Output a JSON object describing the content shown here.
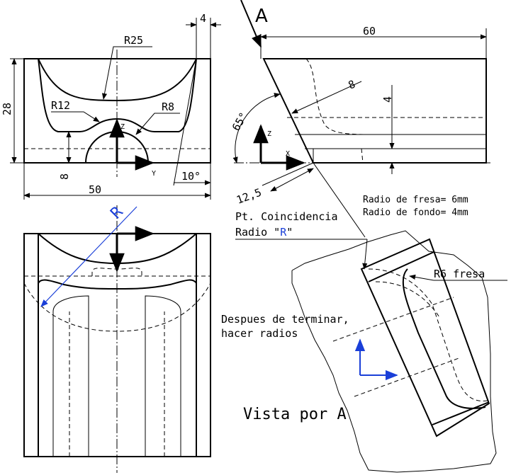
{
  "view_label": "A",
  "front_view": {
    "r25": "R25",
    "r12": "R12",
    "r8": "R8",
    "dim_4": "4",
    "dim_28": "28",
    "dim_8": "8",
    "dim_50": "50",
    "angle_10": "10°",
    "axis_z": "Z",
    "axis_y": "Y"
  },
  "side_view": {
    "dim_60": "60",
    "dim_8": "8",
    "dim_4": "4",
    "angle_65": "65°",
    "dim_12_5": "12,5",
    "axis_z": "Z",
    "axis_x": "X"
  },
  "top_view": {
    "r_label": "R"
  },
  "notes": {
    "radio_fresa": "Radio de fresa= 6mm",
    "radio_fondo": "Radio de fondo= 4mm",
    "pt_coincidencia": "Pt. Coincidencia",
    "radio_r_prefix": "Radio \"",
    "radio_r_letter": "R",
    "radio_r_suffix": "\"",
    "r6_fresa": "R6 fresa",
    "despues_line1": "Despues de terminar,",
    "despues_line2": "hacer radios",
    "vista_por_a": "Vista por A"
  },
  "colors": {
    "ink": "#000000",
    "accent": "#1a3fd8"
  }
}
